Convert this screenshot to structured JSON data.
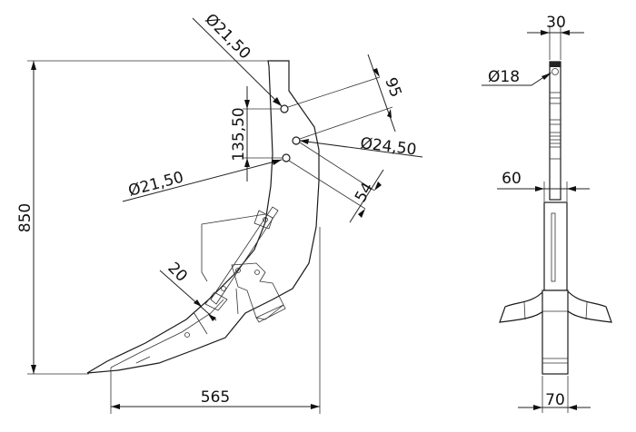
{
  "drawing": {
    "side_view": {
      "height": "850",
      "length": "565",
      "hole_spacing": "135,50",
      "top_hole_diameter": "Ø21,50",
      "bottom_hole_diameter": "Ø21,50",
      "middle_hole_diameter": "Ø24,50",
      "offset_top": "95",
      "offset_bottom": "54",
      "tip_thickness": "20"
    },
    "front_view": {
      "shank_width": "30",
      "pin_diameter": "Ø18",
      "body_width": "60",
      "foot_width": "70"
    }
  },
  "colors": {
    "line": "#222222",
    "background": "#ffffff"
  }
}
